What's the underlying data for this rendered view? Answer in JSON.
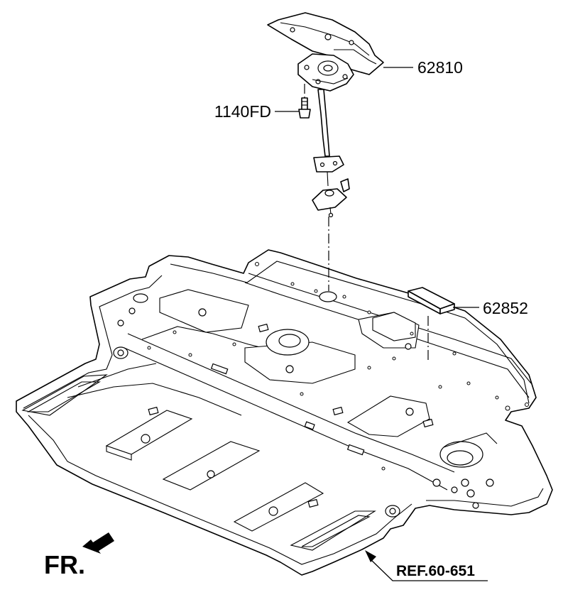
{
  "callouts": {
    "bracket_part": "62810",
    "bolt_part": "1140FD",
    "pad_part": "62852"
  },
  "direction": {
    "front_label": "FR."
  },
  "reference": {
    "label": "REF.60-651"
  }
}
